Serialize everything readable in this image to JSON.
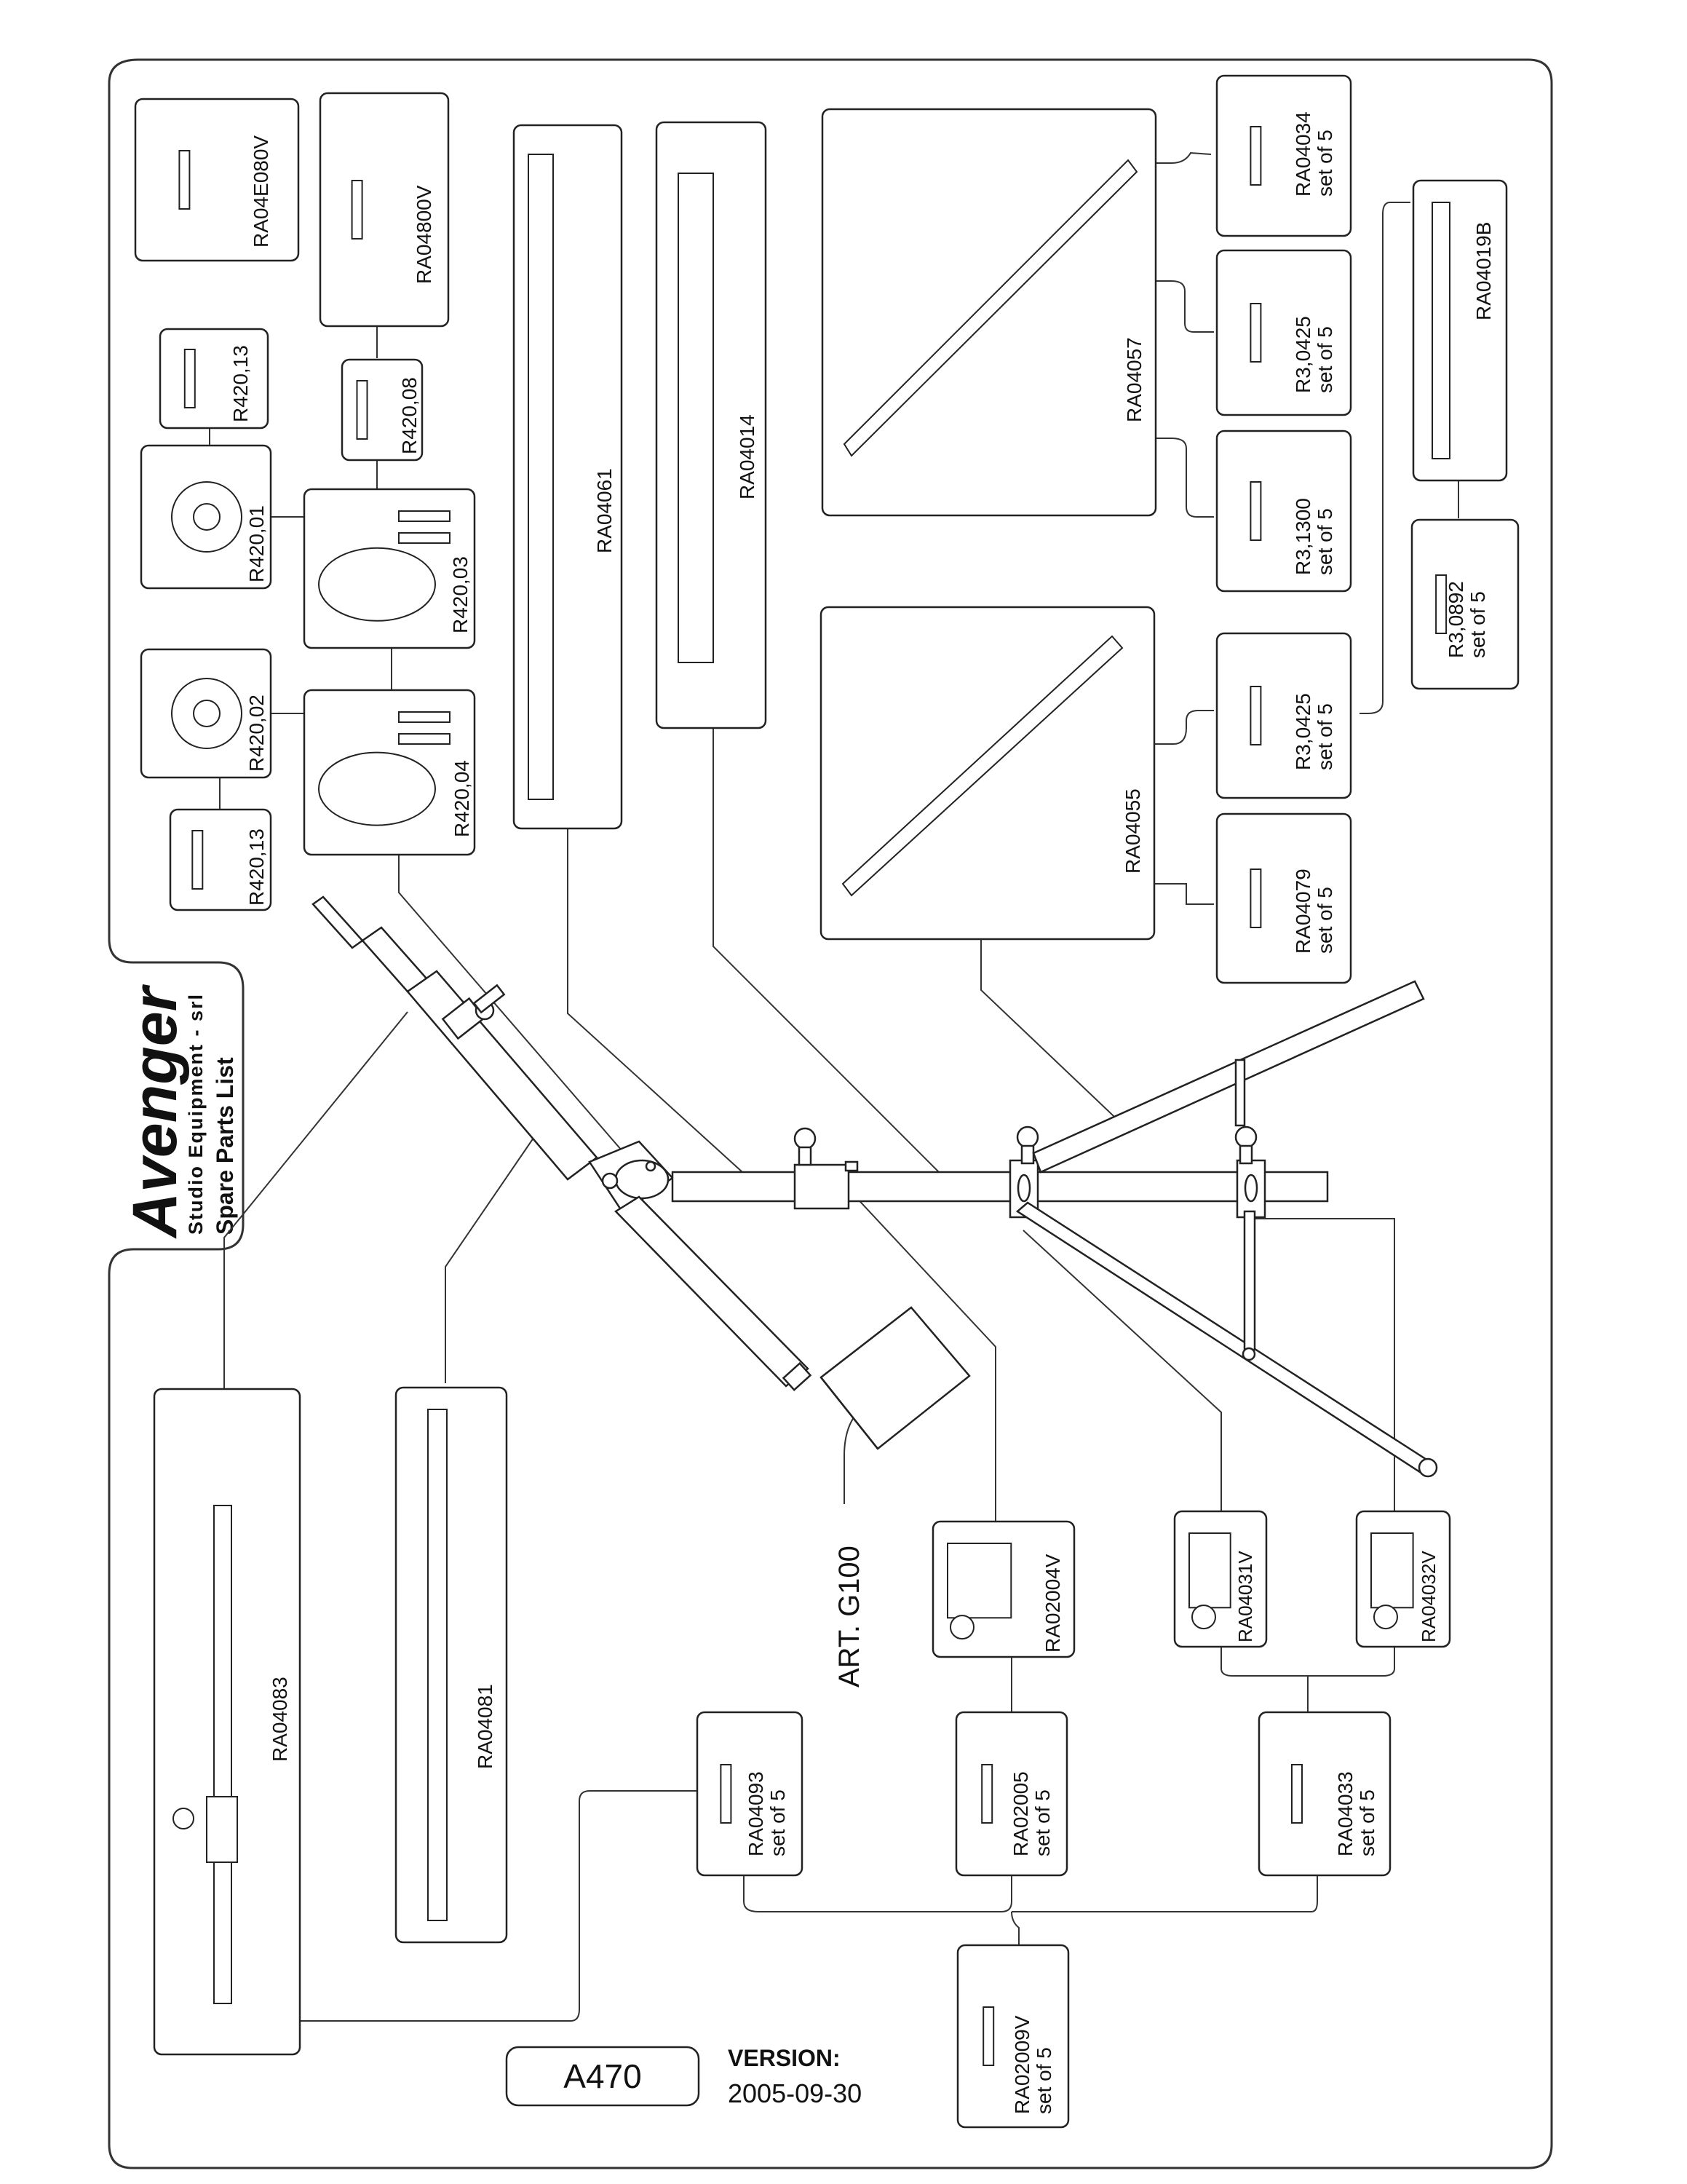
{
  "brand": {
    "name": "Avenger",
    "company": "Studio Equipment - srl",
    "doc_title": "Spare Parts List"
  },
  "article": "ART. G100",
  "model_code": "A470",
  "version": {
    "label": "VERSION:",
    "date": "2005-09-30"
  },
  "parts": [
    {
      "id": "p1",
      "code": "RA04E080V",
      "note": ""
    },
    {
      "id": "p2",
      "code": "RA04800V",
      "note": ""
    },
    {
      "id": "p3",
      "code": "R420,13",
      "note": ""
    },
    {
      "id": "p4",
      "code": "R420,08",
      "note": ""
    },
    {
      "id": "p5",
      "code": "R420,01",
      "note": ""
    },
    {
      "id": "p6",
      "code": "R420,03",
      "note": ""
    },
    {
      "id": "p7",
      "code": "R420,02",
      "note": ""
    },
    {
      "id": "p8",
      "code": "R420,04",
      "note": ""
    },
    {
      "id": "p9",
      "code": "R420,13",
      "note": ""
    },
    {
      "id": "p10",
      "code": "RA04061",
      "note": ""
    },
    {
      "id": "p11",
      "code": "RA04014",
      "note": ""
    },
    {
      "id": "p12",
      "code": "RA04057",
      "note": ""
    },
    {
      "id": "p13",
      "code": "RA04055",
      "note": ""
    },
    {
      "id": "p14",
      "code": "RA04034",
      "note": "set of 5"
    },
    {
      "id": "p15",
      "code": "R3,0425",
      "note": "set of 5"
    },
    {
      "id": "p16",
      "code": "R3,1300",
      "note": "set of 5"
    },
    {
      "id": "p17",
      "code": "RA04019B",
      "note": ""
    },
    {
      "id": "p18",
      "code": "R3,0892",
      "note": "set of 5"
    },
    {
      "id": "p19",
      "code": "R3,0425",
      "note": "set of 5"
    },
    {
      "id": "p20",
      "code": "RA04079",
      "note": "set of 5"
    },
    {
      "id": "p21",
      "code": "RA04083",
      "note": ""
    },
    {
      "id": "p22",
      "code": "RA04081",
      "note": ""
    },
    {
      "id": "p23",
      "code": "RA02004V",
      "note": ""
    },
    {
      "id": "p24",
      "code": "RA04031V",
      "note": ""
    },
    {
      "id": "p25",
      "code": "RA04032V",
      "note": ""
    },
    {
      "id": "p26",
      "code": "RA04093",
      "note": "set of 5"
    },
    {
      "id": "p27",
      "code": "RA02005",
      "note": "set of 5"
    },
    {
      "id": "p28",
      "code": "RA04033",
      "note": "set of 5"
    },
    {
      "id": "p29",
      "code": "RA02009V",
      "note": "set of 5"
    }
  ]
}
